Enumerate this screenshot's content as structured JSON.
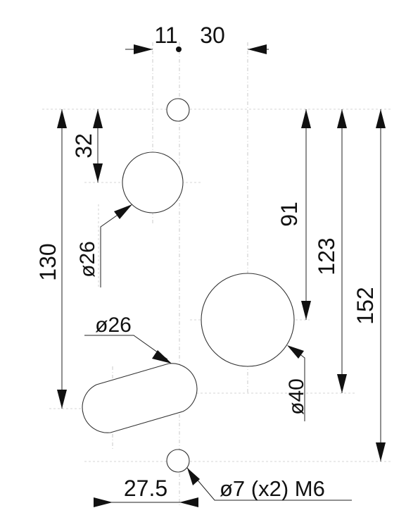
{
  "drawing": {
    "dimensions": {
      "h_11": "11",
      "h_30": "30",
      "v_32": "32",
      "v_130": "130",
      "v_91": "91",
      "v_123": "123",
      "v_152": "152",
      "h_27_5": "27.5"
    },
    "callouts": {
      "hole_upper_dia": "ø26",
      "slot_width": "ø26",
      "hole_large_dia": "ø40",
      "mount_holes": "ø7 (x2) M6"
    }
  }
}
